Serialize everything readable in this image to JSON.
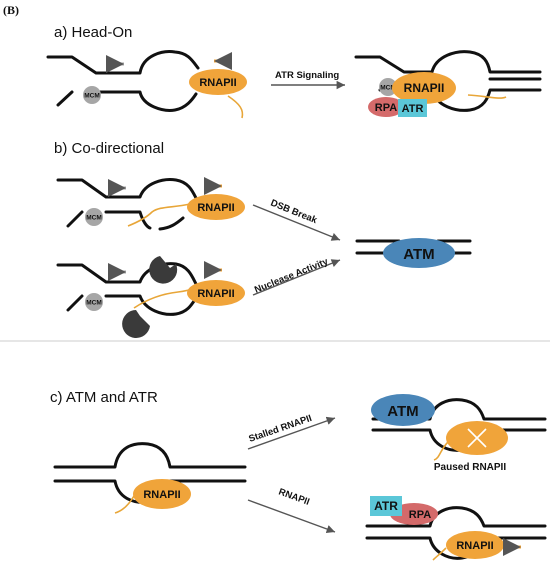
{
  "panel_label": "(B)",
  "sections": {
    "a": {
      "title": "a) Head-On",
      "arrow_label": "ATR Signaling"
    },
    "b": {
      "title": "b) Co-directional",
      "arrow1_label": "DSB Break",
      "arrow2_label": "Nuclease Activity"
    },
    "c": {
      "title": "c) ATM and ATR",
      "arrow1_label": "Stalled RNAPII",
      "arrow2_label": "RNAPII",
      "caption": "Paused RNAPII"
    }
  },
  "proteins": {
    "rnapii": "RNAPII",
    "mcm": "MCM",
    "rpa": "RPA",
    "atr": "ATR",
    "atm": "ATM"
  },
  "colors": {
    "rnapii": "#f0a43a",
    "mcm": "#a6a6a6",
    "rpa": "#d46a6a",
    "atr": "#5bc7d8",
    "atm": "#4a86b8",
    "nuclease": "#3a3a3a",
    "rna": "#e8a638",
    "divider": "#cccccc"
  }
}
